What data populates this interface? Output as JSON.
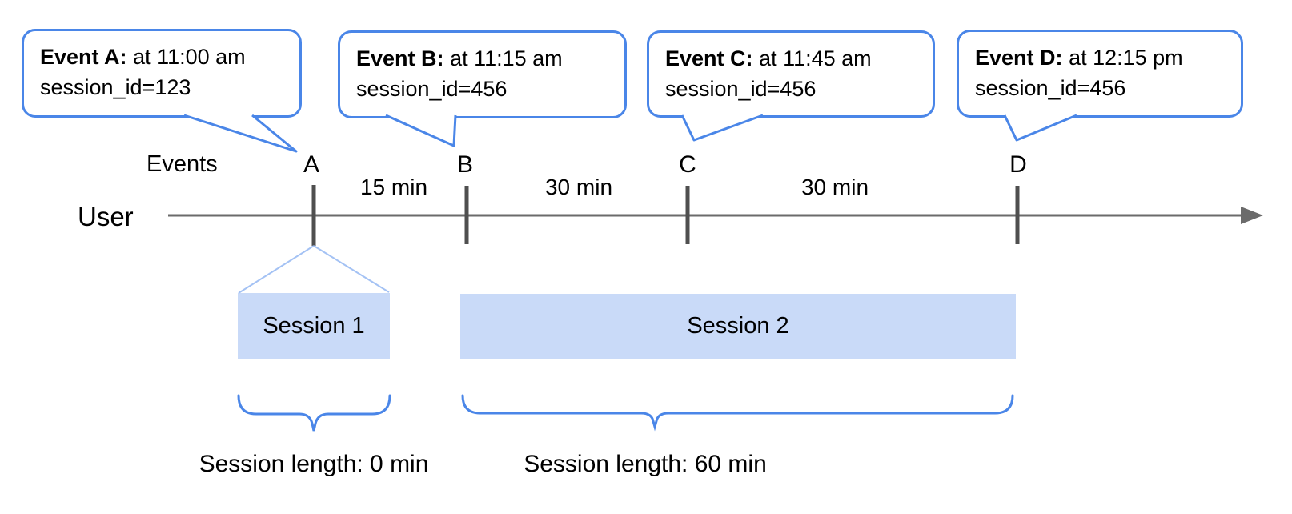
{
  "diagram": {
    "events_axis_label": "Events",
    "user_label": "User",
    "bubbles": [
      {
        "tick_label": "A",
        "event_label": "Event A:",
        "time_text": "at 11:00 am",
        "session_text": "session_id=123"
      },
      {
        "tick_label": "B",
        "event_label": "Event B:",
        "time_text": "at 11:15 am",
        "session_text": "session_id=456"
      },
      {
        "tick_label": "C",
        "event_label": "Event C:",
        "time_text": "at 11:45 am",
        "session_text": "session_id=456"
      },
      {
        "tick_label": "D",
        "event_label": "Event D:",
        "time_text": "at 12:15 pm",
        "session_text": "session_id=456"
      }
    ],
    "intervals": [
      "15 min",
      "30 min",
      "30 min"
    ],
    "sessions": [
      {
        "label": "Session 1",
        "length_label": "Session length: 0 min"
      },
      {
        "label": "Session 2",
        "length_label": "Session length: 60 min"
      }
    ],
    "colors": {
      "bubble_border": "#4a86e8",
      "brace": "#4a86e8",
      "session_fill": "#c9daf8",
      "funnel_line": "#a4c2f4",
      "timeline": "#6b6b6b",
      "tick": "#4f4f4f",
      "text": "#000000"
    }
  }
}
